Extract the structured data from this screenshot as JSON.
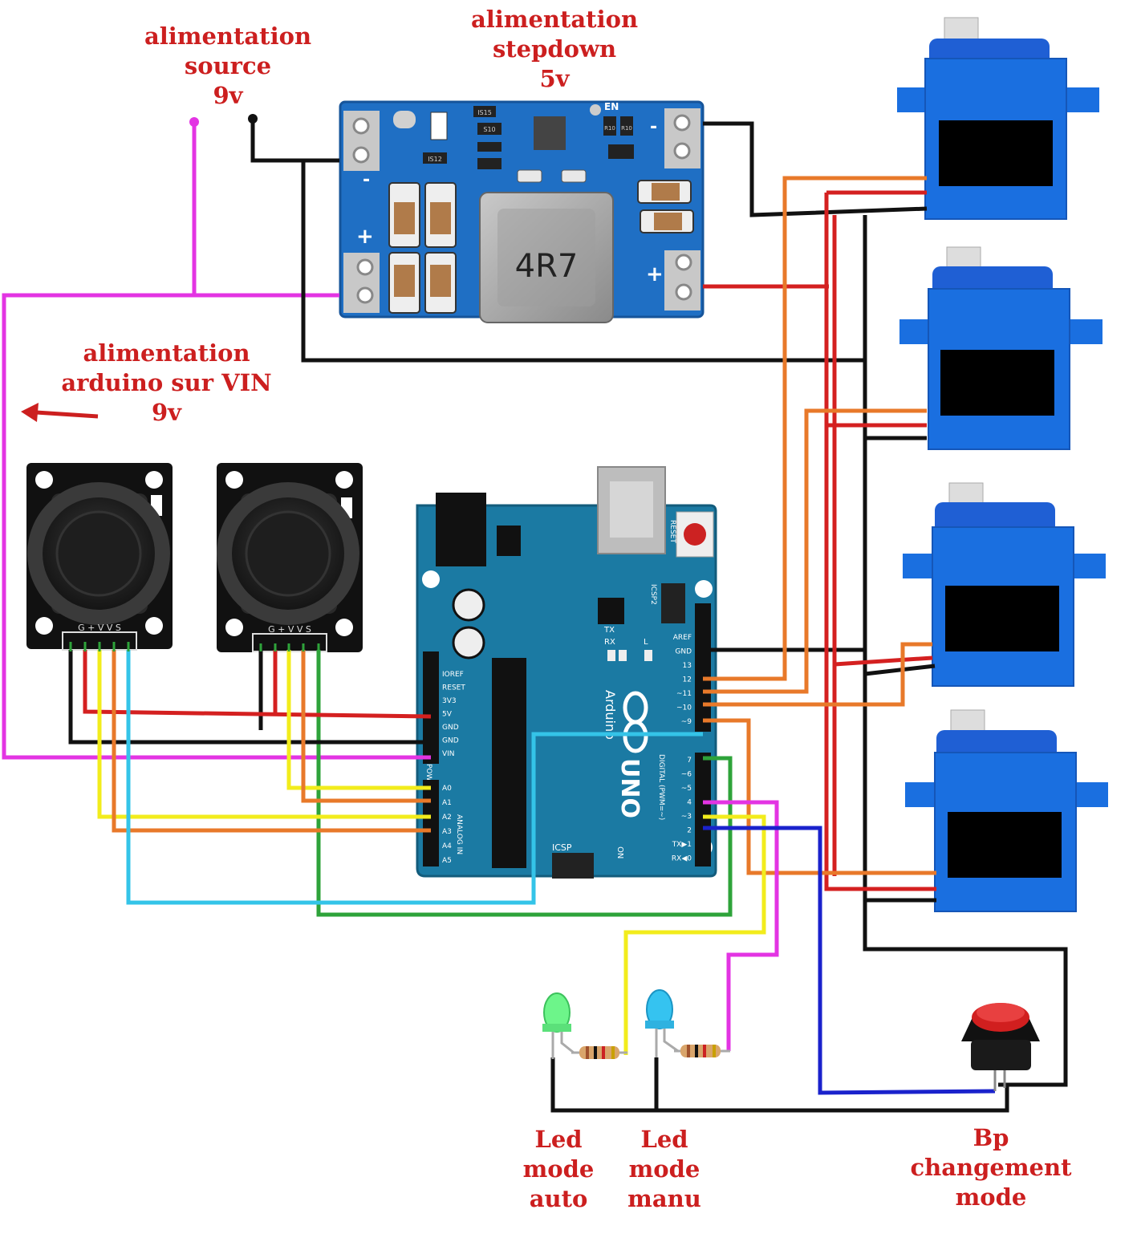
{
  "labels": {
    "source": [
      "alimentation",
      "source",
      "9v"
    ],
    "stepdown": [
      "alimentation",
      "stepdown",
      "5v"
    ],
    "vin": [
      "alimentation",
      "arduino sur VIN",
      "9v"
    ],
    "led_auto": [
      "Led",
      "mode",
      "auto"
    ],
    "led_manu": [
      "Led",
      "mode",
      "manu"
    ],
    "bp": [
      "Bp",
      "changement",
      "mode"
    ]
  },
  "stepdown_board": {
    "inductor": "4R7",
    "minus": "-",
    "plus": "+",
    "en": "EN",
    "smd": [
      "IS15",
      "S10",
      "IS12",
      "R10",
      "R10"
    ]
  },
  "arduino": {
    "brand": "Arduino",
    "model": "UNO",
    "reset": "RESET",
    "icsp": "ICSP",
    "icsp2": "ICSP2",
    "tx": "TX",
    "rx": "RX",
    "l": "L",
    "on": "ON",
    "power_header": "POWER",
    "analog_header": "ANALOG IN",
    "digital_header": "DIGITAL (PWM=~)",
    "power_pins": [
      "IOREF",
      "RESET",
      "3V3",
      "5V",
      "GND",
      "GND",
      "VIN"
    ],
    "analog_pins": [
      "A0",
      "A1",
      "A2",
      "A3",
      "A4",
      "A5"
    ],
    "digital_top": [
      "AREF",
      "GND",
      "13",
      "12",
      "~11",
      "~10",
      "~9"
    ],
    "digital_bottom": [
      "7",
      "~6",
      "~5",
      "4",
      "~3",
      "2",
      "TX▶1",
      "RX◀0"
    ]
  },
  "joystick": {
    "pins": "G + V V S"
  },
  "colors": {
    "label": "#cc1f1f",
    "magenta": "#e334e3",
    "black": "#111111",
    "red": "#d42020",
    "orange": "#e8792a",
    "yellow": "#f2ec1c",
    "cyan": "#34c4e8",
    "green": "#2ea33a",
    "blue": "#1a22cc",
    "board_blue": "#1f6fc4",
    "arduino": "#1b7aa3",
    "servo": "#1a6fe0"
  },
  "icons": [
    "power-source-terminal",
    "stepdown-converter",
    "arduino-uno",
    "joystick-module",
    "servo-motor",
    "led-green",
    "led-blue",
    "resistor",
    "push-button",
    "arrow-left-icon"
  ]
}
